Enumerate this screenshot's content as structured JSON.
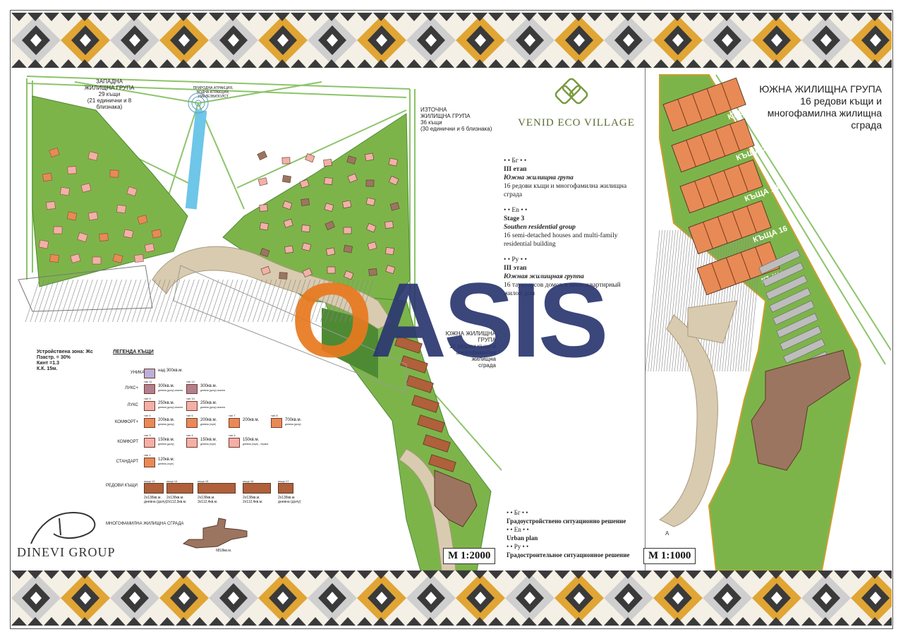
{
  "colors": {
    "green": "#7db44a",
    "dark_green": "#4e8a34",
    "road": "#d9cbb0",
    "house_pink": "#f2b0a8",
    "house_orange": "#e88a55",
    "house_brown": "#b0603a",
    "band_gold": "#e0a534",
    "band_dark": "#3a3a3a",
    "oasis_blue": "#2a3670",
    "oasis_orange": "#e8781e"
  },
  "left_map": {
    "west_group": {
      "title_1": "ЗАПАДНА",
      "title_2": "ЖИЛИЩНА ГРУПА",
      "count": "29 къщи",
      "detail_1": "(21 единични и 8",
      "detail_2": "близнака)"
    },
    "east_group": {
      "title_1": "ИЗТОЧНА",
      "title_2": "ЖИЛИЩНА ГРУПА",
      "count": "36 къщи",
      "detail": "(30 единични и 6 близнака)"
    },
    "south_group": {
      "title": "ЮЖНА ЖИЛИЩНА ГРУПА",
      "line_1": "16 редови къщи и",
      "line_2": "многофамилна жилищна",
      "line_3": "сграда"
    },
    "attraction": {
      "line_1": "ПРИРОДНА АТРАКЦИЯ,",
      "line_2": "ВОДНА АТРАКЦИЯ,",
      "line_3": "УМЕЛЕЗВИЗОЛСТ"
    },
    "zone": {
      "line_1": "Устройствена зона: Жс",
      "line_2": "Пзастр. = 30%",
      "line_3": "Кинт =1.3",
      "line_4": "К.К. 15м."
    }
  },
  "legend": {
    "title": "ЛЕГЕНДА КЪЩИ",
    "rows": [
      {
        "label": "УНИКАТ",
        "items": [
          {
            "area": "над 300кв.м."
          }
        ]
      },
      {
        "label": "ЛУКС+",
        "items": [
          {
            "type": "тип 11",
            "area": "300кв.м.",
            "note": "дневна (долу) спалня"
          },
          {
            "type": "тип 12",
            "area": "300кв.м.",
            "note": "дневна (долу) спалня"
          }
        ]
      },
      {
        "label": "ЛУКС",
        "items": [
          {
            "type": "тип 9",
            "area": "250кв.м.",
            "note": "дневна (долу) спалня"
          },
          {
            "type": "тип 10",
            "area": "250кв.м.",
            "note": "дневна (долу) спалня"
          }
        ]
      },
      {
        "label": "КОМФОРТ+",
        "items": [
          {
            "type": "тип 5",
            "area": "200кв.м.",
            "note": "дневна (долу)"
          },
          {
            "type": "тип 6",
            "area": "200кв.м.",
            "note": "дневна (горе)"
          },
          {
            "type": "тип 7",
            "area": "200кв.м.",
            "note": ""
          },
          {
            "type": "тип 8",
            "area": "700кв.м.",
            "note": "дневна (долу)"
          }
        ]
      },
      {
        "label": "КОМФОРТ",
        "items": [
          {
            "type": "тип 3",
            "area": "150кв.м.",
            "note": "дневна (долу)"
          },
          {
            "type": "тип 4",
            "area": "150кв.м.",
            "note": "дневна (горе)"
          },
          {
            "type": "тип 4",
            "area": "150кв.м.",
            "note": "дневна (горе) - тераса"
          }
        ]
      },
      {
        "label": "СТАНДАРТ",
        "items": [
          {
            "type": "тип 1",
            "area": "120кв.м.",
            "note": "дневна (горе)"
          }
        ]
      }
    ],
    "row_houses_label": "РЕДОВИ КЪЩИ",
    "row_houses": [
      {
        "name": "къща 13",
        "line_1": "2x138кв.м.",
        "line_2": "дневна (долу)"
      },
      {
        "name": "къща 14",
        "line_1": "2x138кв.м.",
        "line_2": "2x112,3кв.м."
      },
      {
        "name": "къща 15",
        "line_1": "2x138кв.м.",
        "line_2": "3x112,4кв.м."
      },
      {
        "name": "къща 16",
        "line_1": "2x138кв.м.",
        "line_2": "2x112,4кв.м."
      },
      {
        "name": "къща 17",
        "line_1": "2x138кв.м.",
        "line_2": "дневна (долу)"
      }
    ],
    "multi_label": "МНОГОФАМИЛНА ЖИЛИЩНА СГРАДА",
    "multi_area": "6818кв.м."
  },
  "brand": {
    "name": "VENID ECO VILLAGE",
    "developer": "DINEVI GROUP",
    "watermark": "OASIS"
  },
  "info": {
    "bg_tag": "• • Бг • •",
    "bg_stage": "III етап",
    "bg_group": "Южна жилищна група",
    "bg_desc_1": "16 редови къщи и многофамилна жилищна",
    "bg_desc_2": "сграда",
    "en_tag": "• • En • •",
    "en_stage": "Stage 3",
    "en_group": "Southen residential group",
    "en_desc_1": "16 semi-detached houses and multi-family",
    "en_desc_2": "residential building",
    "ru_tag": "• • Ру • •",
    "ru_stage": "III этап",
    "ru_group": "Южная жилищная группа",
    "ru_desc_1": "16 таунхаусов домов и многоквартирный",
    "ru_desc_2": "жилой дом"
  },
  "plan": {
    "bg_tag": "• • Бг • •",
    "bg_text": "Градоустройствено ситуационно решение",
    "en_tag": "• • En • •",
    "en_text": "Urban plan",
    "ru_tag": "• • Ру • •",
    "ru_text": "Градостроительное ситуационное решение"
  },
  "scale_left": "M   1:2000",
  "scale_right": "M   1:1000",
  "right_map": {
    "title_1": "ЮЖНА ЖИЛИЩНА ГРУПА",
    "title_2": "16 редови къщи и",
    "title_3": "многофамилна жилищна",
    "title_4": "сграда",
    "houses": [
      "КЪЩА 13",
      "КЪЩА 14",
      "КЪЩА 15",
      "КЪЩА 16",
      "КЪЩА 17"
    ],
    "corner_mark": "A"
  }
}
